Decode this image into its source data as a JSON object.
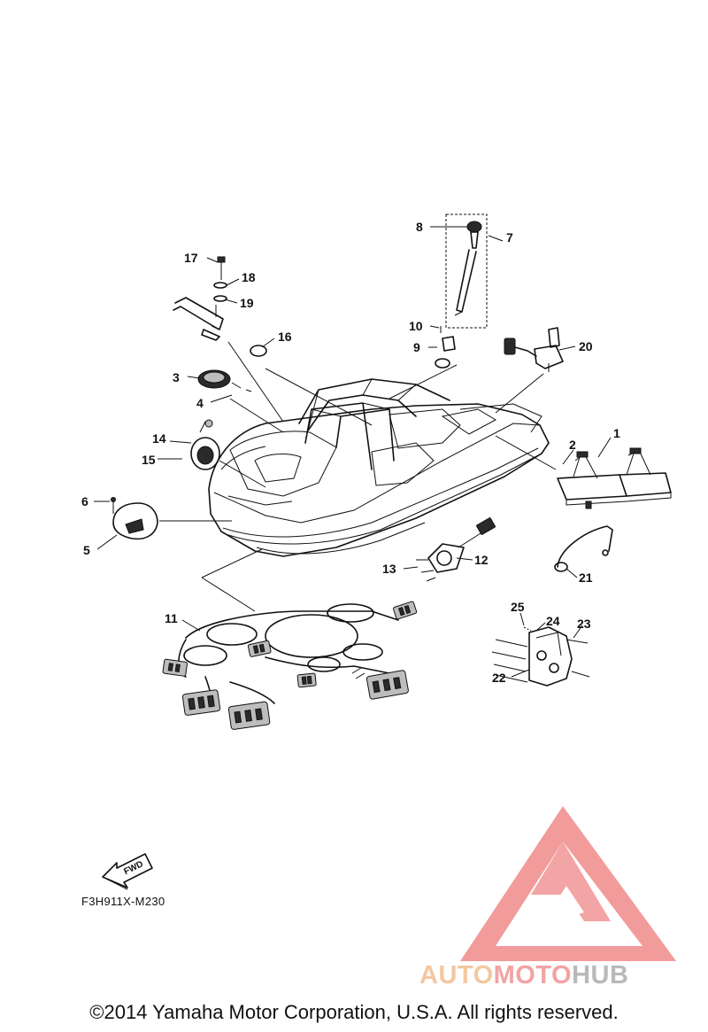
{
  "diagram": {
    "callouts": [
      "1",
      "2",
      "3",
      "4",
      "5",
      "6",
      "7",
      "8",
      "9",
      "10",
      "11",
      "12",
      "13",
      "14",
      "15",
      "16",
      "17",
      "18",
      "19",
      "20",
      "21",
      "22",
      "23",
      "24",
      "25"
    ],
    "fwd_label": "FWD",
    "reference_code": "F3H911X-M230"
  },
  "watermark": {
    "part_a": "AUTO",
    "part_b": "MOTO",
    "part_c": "HUB",
    "colors": {
      "a": "#f4c7a0",
      "b": "#f2a3a3",
      "c": "#b9b9b9",
      "logo": "#f08a8a"
    }
  },
  "footer": {
    "copyright": "©2014 Yamaha Motor Corporation, U.S.A. All rights reserved."
  }
}
